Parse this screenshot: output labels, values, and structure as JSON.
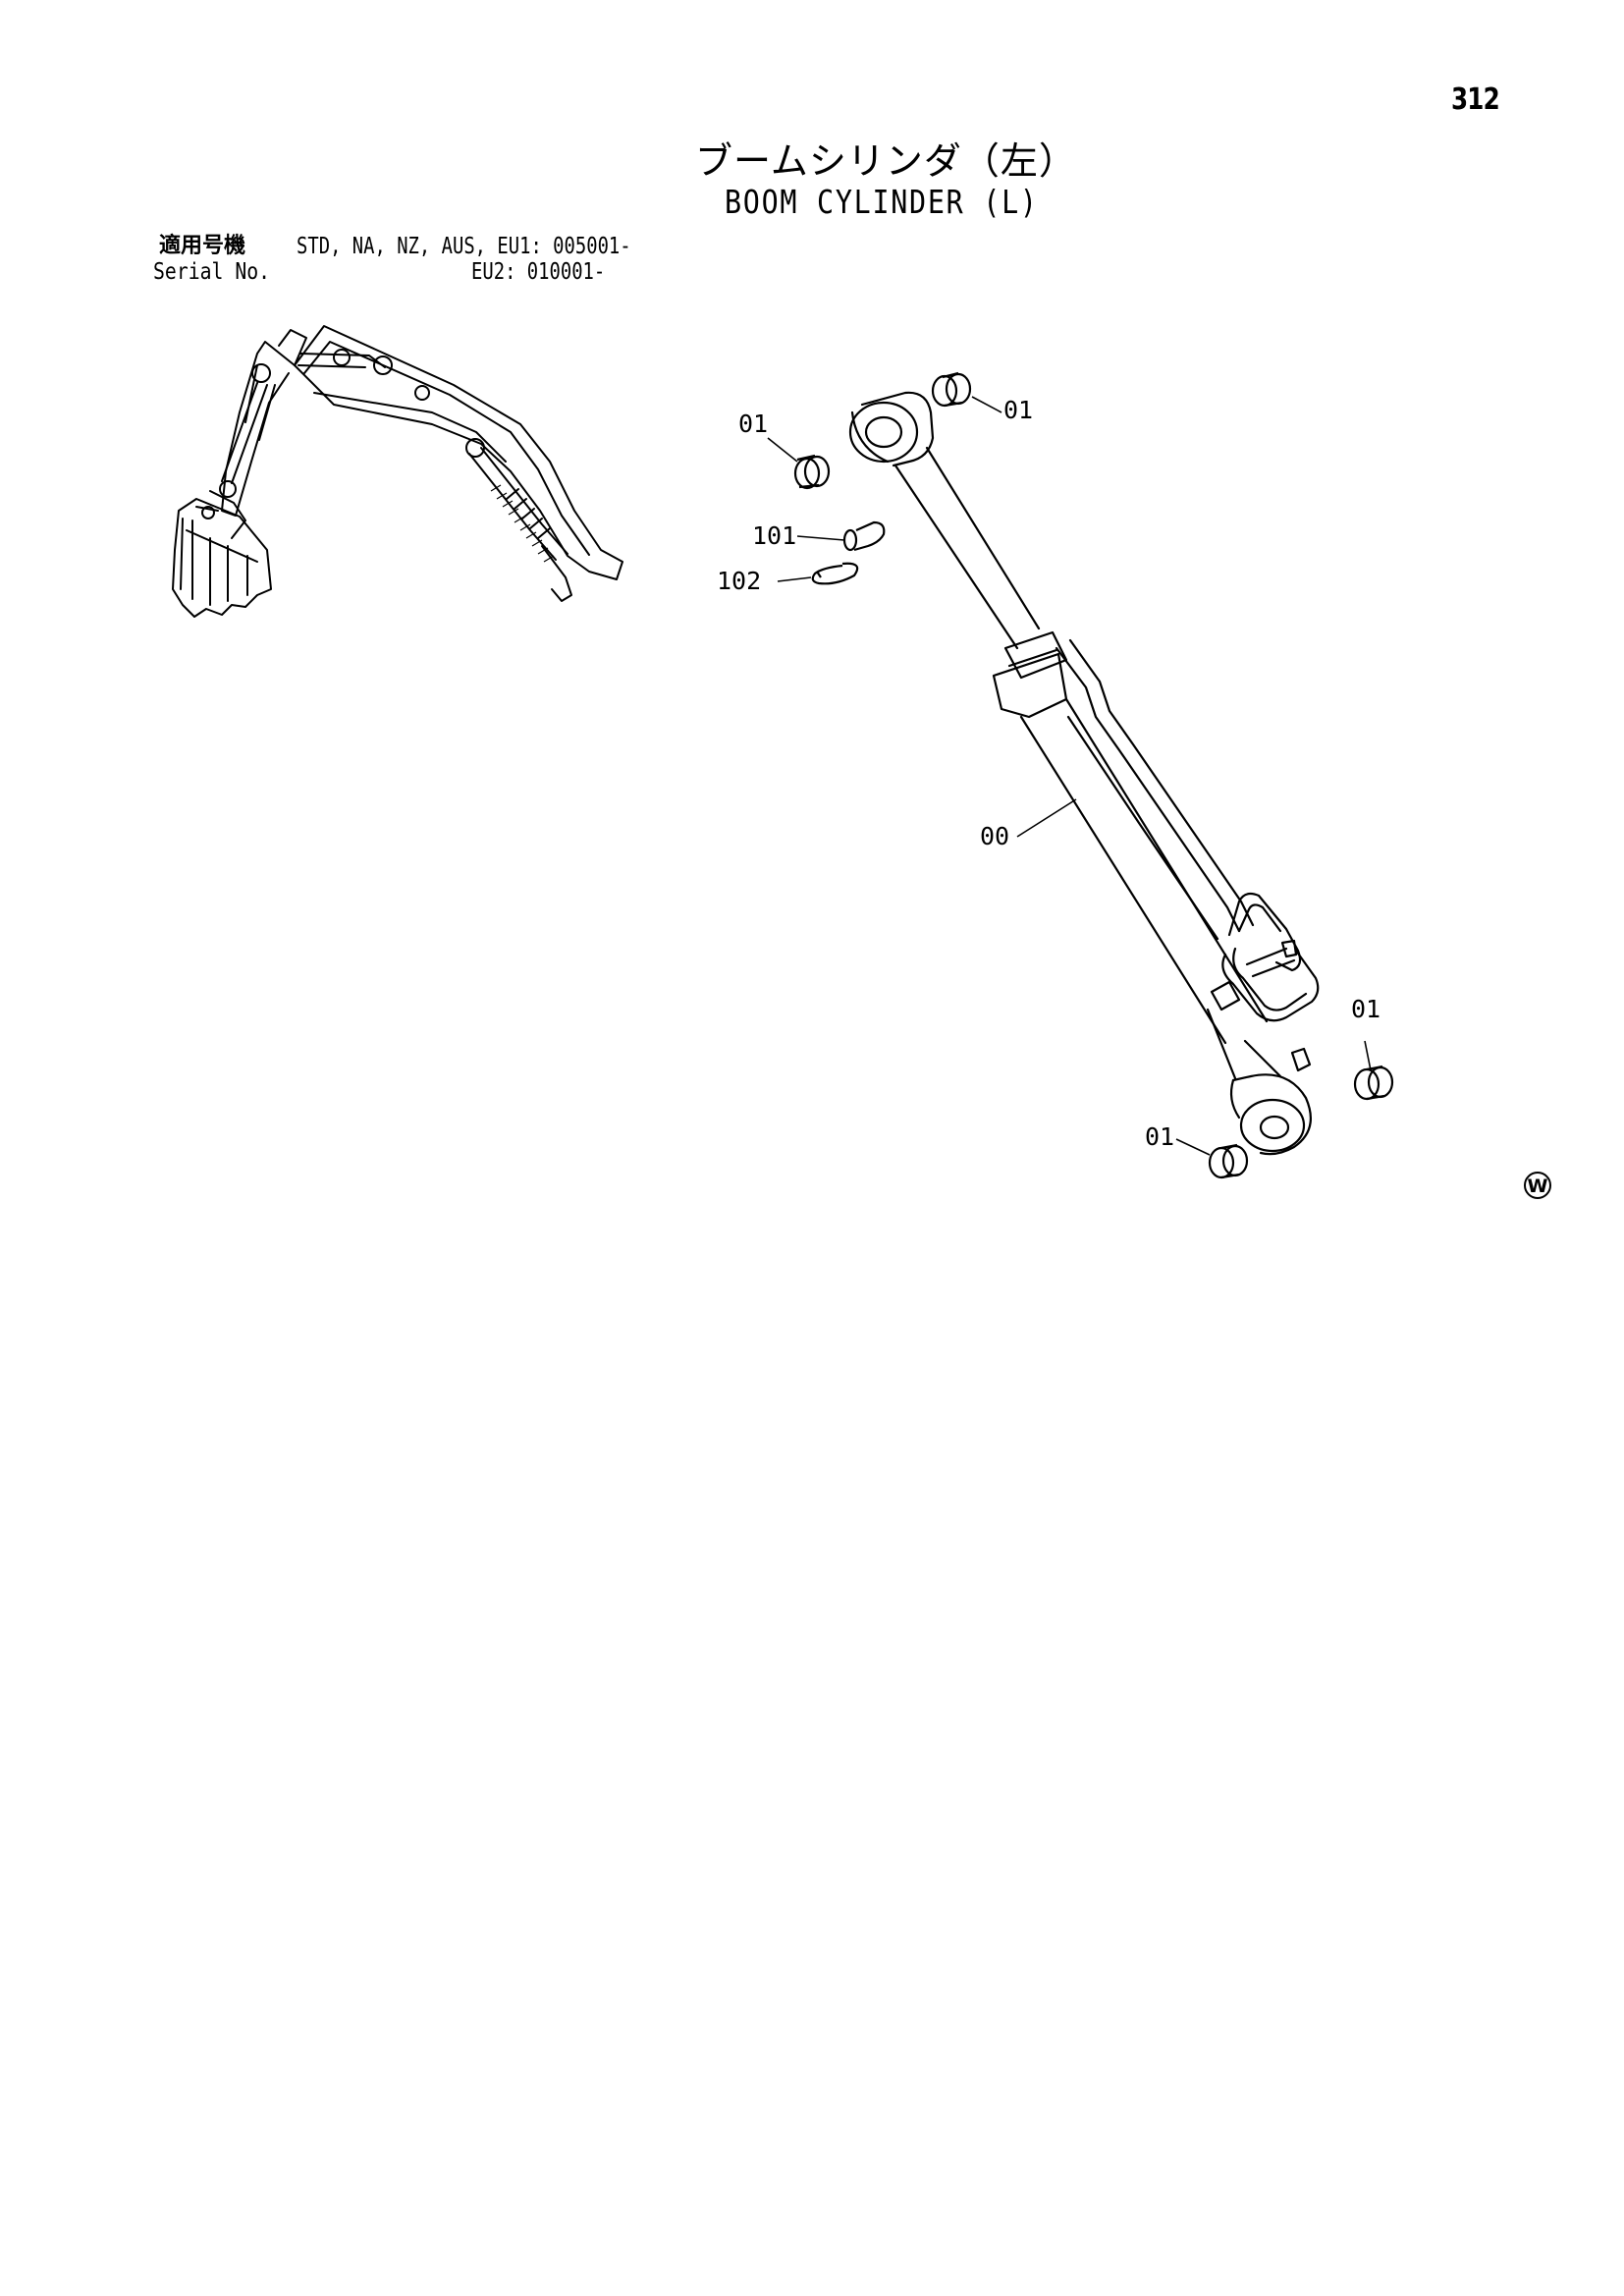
{
  "page": {
    "number": "312"
  },
  "title": {
    "japanese": "ブームシリンダ（左）",
    "english": "BOOM CYLINDER (L)"
  },
  "serial_info": {
    "label_japanese": "適用号機",
    "label_english": "Serial No.",
    "line1": "STD, NA, NZ, AUS, EU1:  005001-",
    "line2": "EU2:  010001-"
  },
  "callouts": {
    "bushing_top_left": "01",
    "bushing_top_right": "01",
    "pin": "101",
    "snap_ring": "102",
    "cylinder_assembly": "00",
    "bushing_bottom_right": "01",
    "bushing_bottom_left": "01"
  },
  "corner_mark": "W"
}
